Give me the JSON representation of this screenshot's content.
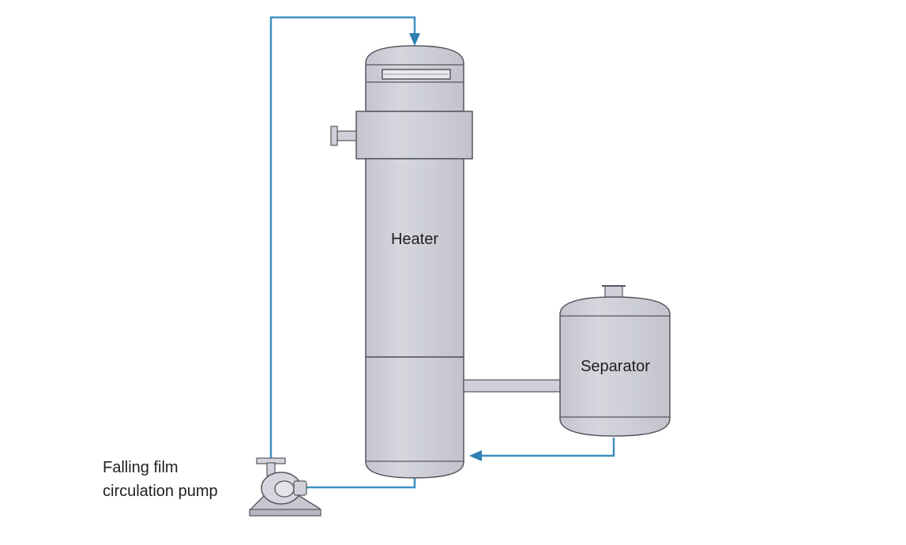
{
  "heater": {
    "label": "Heater"
  },
  "separator": {
    "label": "Separator"
  },
  "pump": {
    "label_line1": "Falling film",
    "label_line2": "circulation pump"
  },
  "colors": {
    "vessel_fill": "#cfd0d8",
    "vessel_fill_dark": "#b9bac4",
    "vessel_stroke": "#55565e",
    "pipe_blue": "#3f8fc0",
    "pump_fill": "#d4d5dc"
  },
  "icons": {
    "flow_arrow": "arrowhead",
    "pump": "centrifugal-pump-icon"
  }
}
